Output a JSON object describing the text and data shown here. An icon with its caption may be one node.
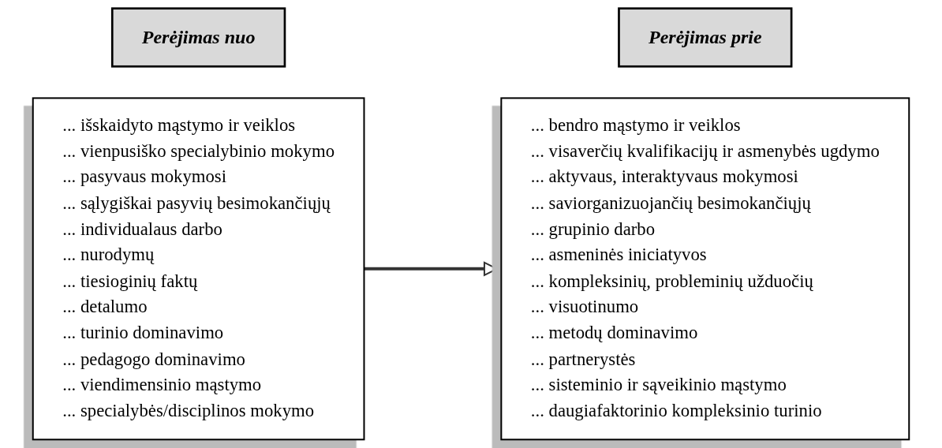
{
  "diagram": {
    "nodes": [
      {
        "text": [
          "Perėjimas nuo"
        ]
      },
      {
        "text": [
          "... išskaidyto mąstymo ir veiklos",
          "... vienpusiško specialybinio mokymo",
          "... pasyvaus mokymosi",
          "... sąlygiškai pasyvių besimokančiųjų",
          "... individualaus darbo",
          "... nurodymų",
          "... tiesioginių faktų",
          "... detalumo",
          "... turinio dominavimo",
          "... pedagogo dominavimo",
          "... viendimensinio mąstymo",
          "... specialybės/disciplinos mokymo"
        ]
      },
      {
        "text": [
          "Perėjimas prie"
        ]
      },
      {
        "text": [
          "... bendro mąstymo ir veiklos",
          "... visaverčių kvalifikacijų ir asmenybės ugdymo",
          "... aktyvaus, interaktyvaus mokymosi",
          "... saviorganizuojančių besimokančiųjų",
          "... grupinio darbo",
          "... asmeninės iniciatyvos",
          "... kompleksinių, probleminių užduočių",
          "... visuotinumo",
          "... metodų dominavimo",
          "... partnerystės",
          "... sisteminio ir sąveikinio mąstymo",
          "... daugiafaktorinio kompleksinio turinio"
        ]
      }
    ],
    "edges": [
      {
        "from": 1,
        "to": 3,
        "arrow": "to"
      }
    ]
  }
}
